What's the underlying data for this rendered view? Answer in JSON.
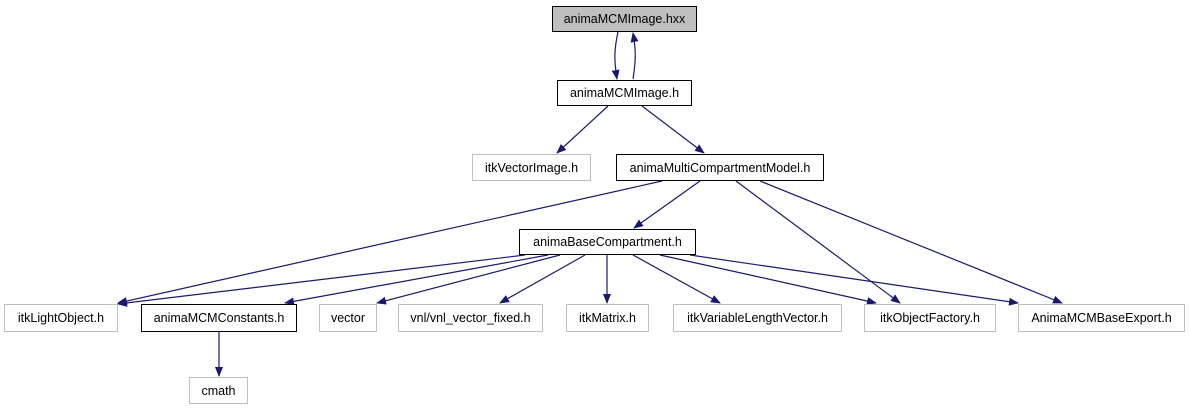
{
  "colors": {
    "edge": "#191970",
    "root_fill": "#bfbfbf",
    "external_border": "#bfbfbf"
  },
  "nodes": {
    "hxx": "animaMCMImage.hxx",
    "image_h": "animaMCMImage.h",
    "vector_image": "itkVectorImage.h",
    "mcm": "animaMultiCompartmentModel.h",
    "base": "animaBaseCompartment.h",
    "light": "itkLightObject.h",
    "constants": "animaMCMConstants.h",
    "vector": "vector",
    "vnl": "vnl/vnl_vector_fixed.h",
    "matrix": "itkMatrix.h",
    "varlen": "itkVariableLengthVector.h",
    "factory": "itkObjectFactory.h",
    "export": "AnimaMCMBaseExport.h",
    "cmath": "cmath"
  }
}
